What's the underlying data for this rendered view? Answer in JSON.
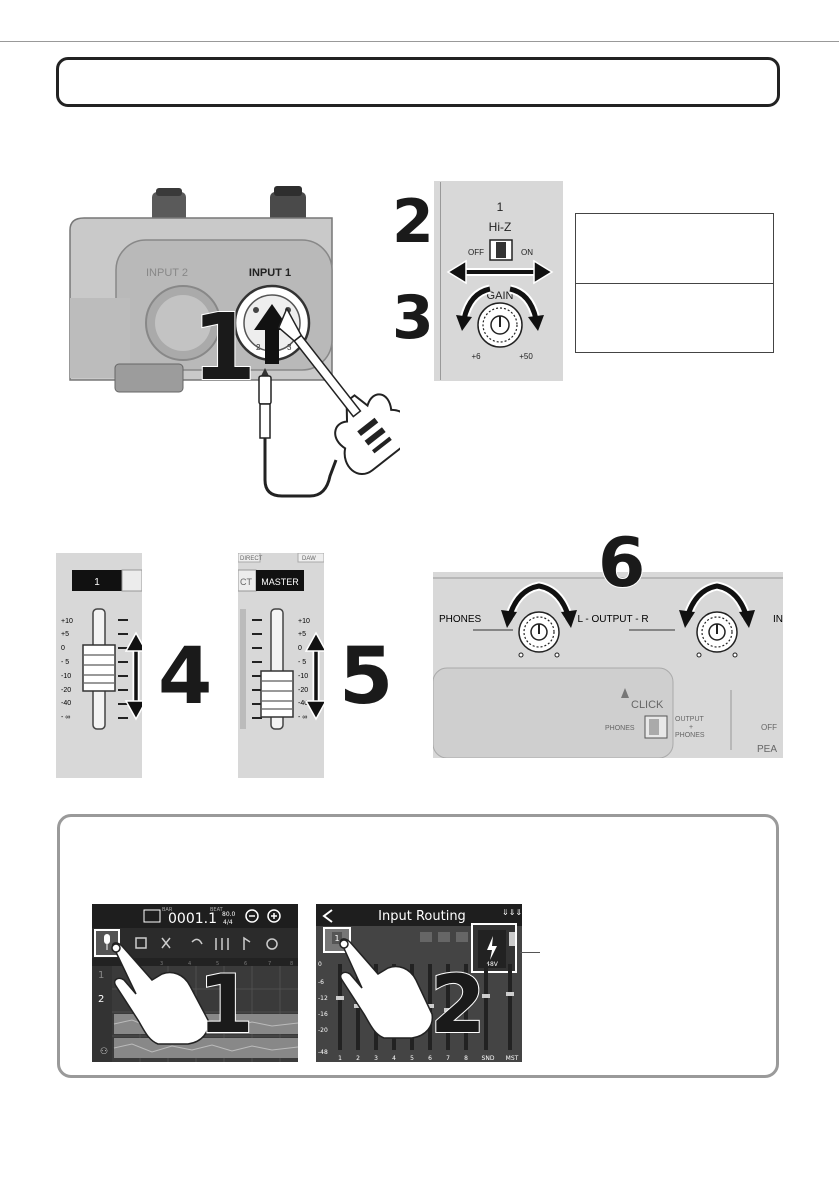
{
  "header": {
    "title": ""
  },
  "inputs": {
    "input2_label": "INPUT 2",
    "input1_label": "INPUT 1",
    "pin2": "2",
    "pin3": "3"
  },
  "hiz_panel": {
    "channel": "1",
    "hiz_label": "Hi-Z",
    "off_label": "OFF",
    "on_label": "ON",
    "gain_label": "GAIN",
    "gain_min": "+6",
    "gain_max": "+50"
  },
  "steps": {
    "s1": "1",
    "s2": "2",
    "s3": "3",
    "s4": "4",
    "s5": "5",
    "s6": "6"
  },
  "fader1": {
    "channel_label": "1",
    "scale": [
      "+10",
      "+5",
      "0",
      "- 5",
      "-10",
      "-20",
      "-40",
      "- ∞"
    ]
  },
  "fader_master": {
    "tag_left": "DIRECT",
    "tag_right": "DAW",
    "label_left": "CT",
    "label": "MASTER",
    "scale": [
      "+10",
      "+5",
      "0",
      "- 5",
      "-10",
      "-20",
      "-40",
      "- ∞"
    ]
  },
  "output_panel": {
    "phones_label": "PHONES",
    "output_label": "L - OUTPUT - R",
    "cut_label": "IN",
    "click_label": "CLICK",
    "click_phones": "PHONES",
    "click_output": "OUTPUT",
    "click_plus": "+",
    "click_output_phones": "PHONES",
    "off_label": "OFF",
    "peak_label": "PEA"
  },
  "screen1": {
    "time_label": "BAR",
    "time_value": "0001.1",
    "tempo_label": "BEAT",
    "tempo_value": "80.0",
    "signature": "4/4",
    "track1": "1",
    "track2": "2",
    "step": "1",
    "ruler": [
      "2",
      "3",
      "4",
      "5",
      "6",
      "7",
      "8"
    ]
  },
  "screen2": {
    "title": "Input Routing",
    "phantom_label": "48V",
    "selected_channel": "1",
    "scale": [
      "0",
      "-6",
      "-12",
      "-16",
      "-20",
      "-48"
    ],
    "channels": [
      "1",
      "2",
      "3",
      "4",
      "5",
      "6",
      "7",
      "8",
      "SND",
      "MST"
    ],
    "step": "2"
  }
}
